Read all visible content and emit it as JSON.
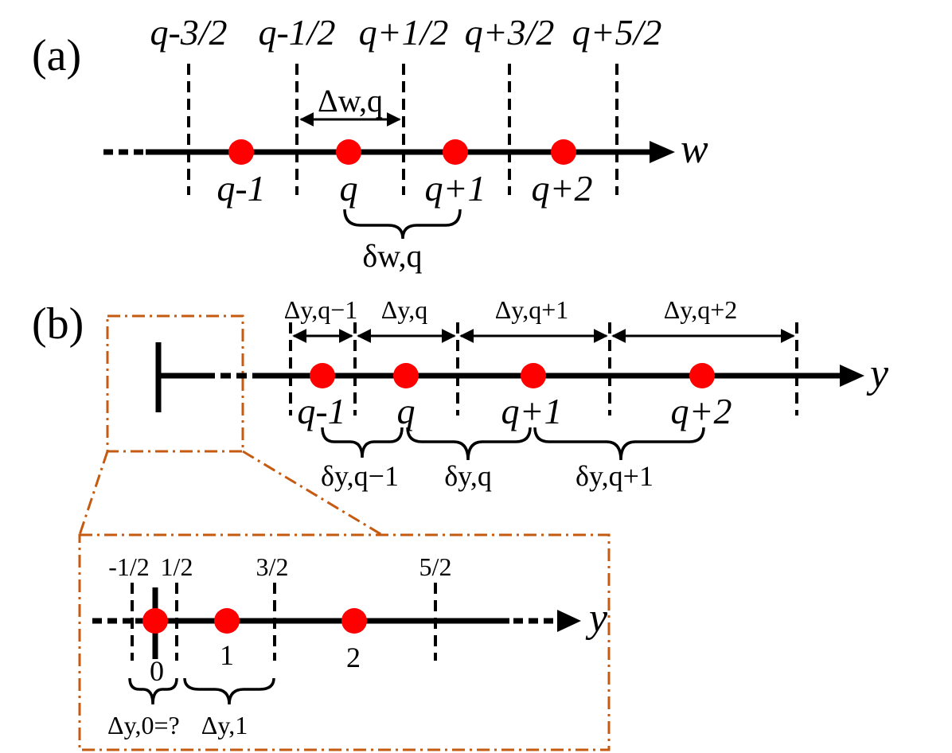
{
  "panel_a": {
    "label": "(a)",
    "axis_label": "w",
    "face_labels": [
      "q-3/2",
      "q-1/2",
      "q+1/2",
      "q+3/2",
      "q+5/2"
    ],
    "node_labels": [
      "q-1",
      "q",
      "q+1",
      "q+2"
    ],
    "delta_face": "Δw,q",
    "delta_node": "δw,q"
  },
  "panel_b": {
    "label": "(b)",
    "axis_label": "y",
    "node_labels": [
      "q-1",
      "q",
      "q+1",
      "q+2"
    ],
    "face_widths": [
      "Δy,q−1",
      "Δy,q",
      "Δy,q+1",
      "Δy,q+2"
    ],
    "node_spacings": [
      "δy,q−1",
      "δy,q",
      "δy,q+1"
    ]
  },
  "inset": {
    "axis_label": "y",
    "face_labels": [
      "-1/2",
      "1/2",
      "3/2",
      "5/2"
    ],
    "node_labels": [
      "0",
      "1",
      "2"
    ],
    "width_labels": [
      "Δy,0=?",
      "Δy,1"
    ]
  },
  "colors": {
    "node": "#ff0000",
    "zoom_box": "#c55a11",
    "line": "#000000"
  }
}
